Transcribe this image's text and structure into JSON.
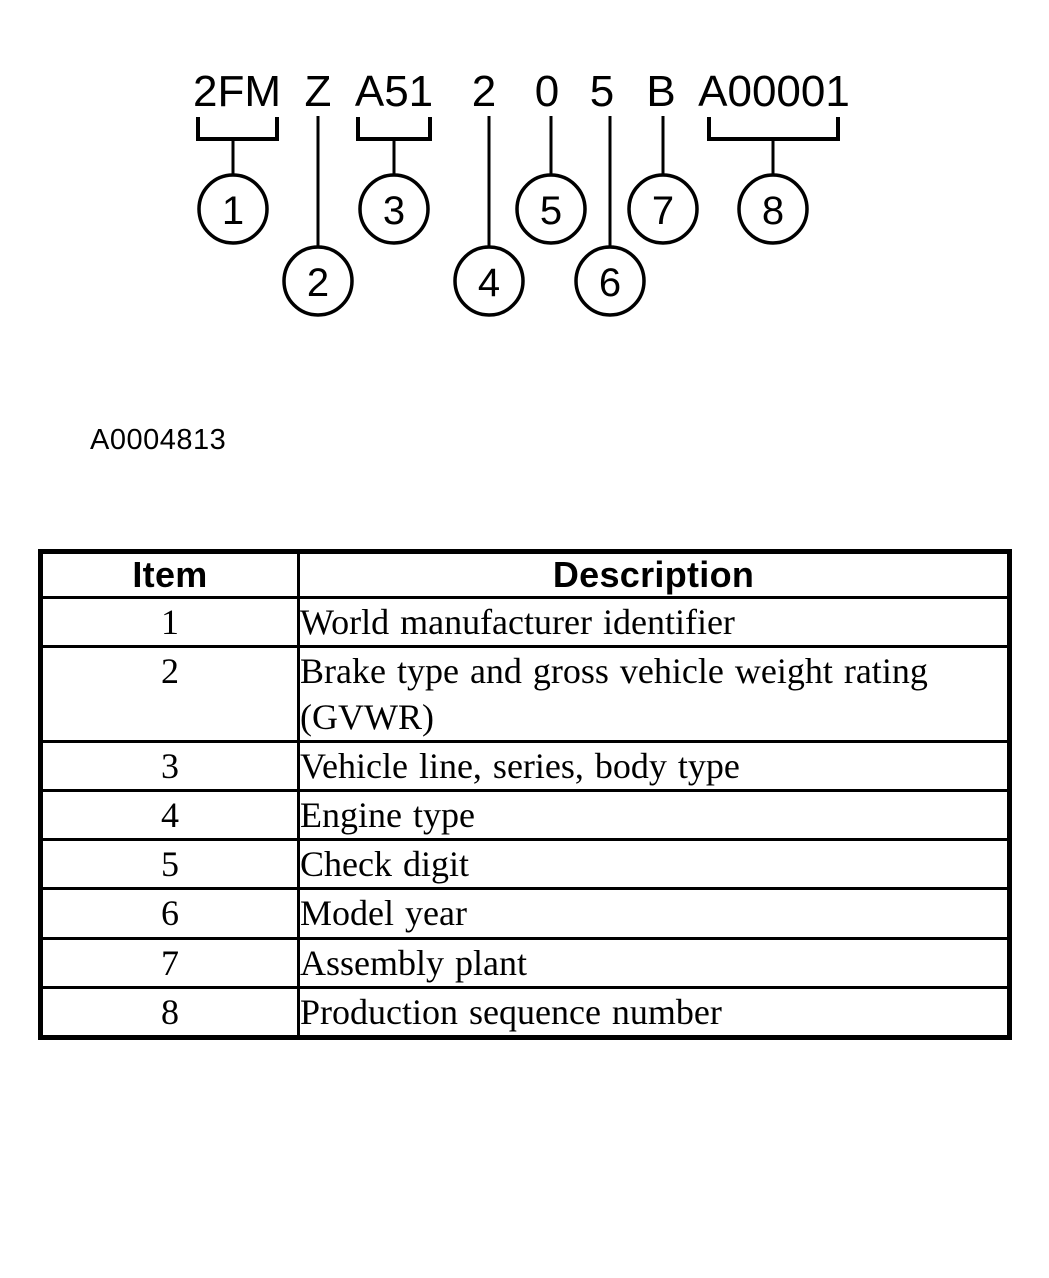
{
  "figure": {
    "reference_id": "A0004813",
    "vin_example": "2FMZA512 05BA00001",
    "segments": [
      {
        "text": "2FM",
        "callout": "1",
        "row": "upper",
        "bracketed": true
      },
      {
        "text": "Z",
        "callout": "2",
        "row": "lower",
        "bracketed": false
      },
      {
        "text": "A51",
        "callout": "3",
        "row": "upper",
        "bracketed": true
      },
      {
        "text": "2",
        "callout": "4",
        "row": "lower",
        "bracketed": false
      },
      {
        "text": "0",
        "callout": "5",
        "row": "upper",
        "bracketed": false
      },
      {
        "text": "5",
        "callout": "6",
        "row": "lower",
        "bracketed": false
      },
      {
        "text": "B",
        "callout": "7",
        "row": "upper",
        "bracketed": false
      },
      {
        "text": "A00001",
        "callout": "8",
        "row": "upper",
        "bracketed": true
      }
    ]
  },
  "table": {
    "headers": {
      "item": "Item",
      "description": "Description"
    },
    "rows": [
      {
        "item": "1",
        "description": "World manufacturer identifier"
      },
      {
        "item": "2",
        "description": "Brake type and gross vehicle weight rating (GVWR)"
      },
      {
        "item": "3",
        "description": "Vehicle line, series, body type"
      },
      {
        "item": "4",
        "description": "Engine type"
      },
      {
        "item": "5",
        "description": "Check digit"
      },
      {
        "item": "6",
        "description": "Model year"
      },
      {
        "item": "7",
        "description": "Assembly plant"
      },
      {
        "item": "8",
        "description": "Production sequence number"
      }
    ]
  },
  "colors": {
    "ink": "#000000",
    "paper": "#ffffff"
  }
}
